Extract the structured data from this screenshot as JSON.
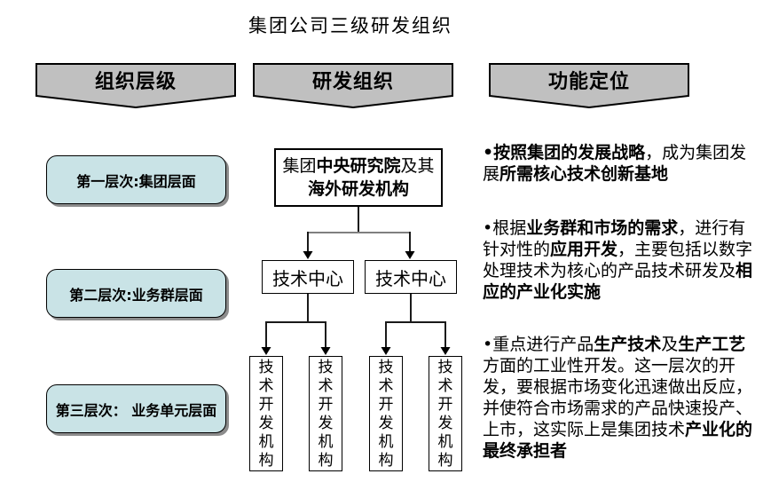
{
  "title": "集团公司三级研发组织",
  "colors": {
    "banner_fill": "#c0c0c0",
    "level_box_fill": "#c9e3e6",
    "shadow_color": "#8c8c8c",
    "border_color": "#000000",
    "text_color": "#000000",
    "background": "#ffffff"
  },
  "banners": [
    {
      "label": "组织层级"
    },
    {
      "label": "研发组织"
    },
    {
      "label": "功能定位"
    }
  ],
  "levels": [
    {
      "label": "第一层次:集团层面"
    },
    {
      "label": "第二层次:业务群层面"
    },
    {
      "label": "第三层次： 业务单元层面"
    }
  ],
  "org_chart": {
    "root": {
      "segments": [
        {
          "text": "集团",
          "bold": false
        },
        {
          "text": "中央研究院",
          "bold": true
        },
        {
          "text": "及其",
          "bold": false
        },
        {
          "text": "海外研发机构",
          "bold": true,
          "break": true
        }
      ]
    },
    "tech_centers": [
      {
        "label": "技术中心"
      },
      {
        "label": "技术中心"
      }
    ],
    "dev_orgs": [
      {
        "label": "技术开发机构"
      },
      {
        "label": "技术开发机构"
      },
      {
        "label": "技术开发机构"
      },
      {
        "label": "技术开发机构"
      }
    ]
  },
  "function_notes": [
    {
      "segments": [
        {
          "text": "•按照集团的发展战略",
          "bold": true
        },
        {
          "text": "，成为集团发展",
          "bold": false
        },
        {
          "text": "所需核心技术创新基地",
          "bold": true
        }
      ]
    },
    {
      "segments": [
        {
          "text": "•根据",
          "bold": false
        },
        {
          "text": "业务群和市场的需求",
          "bold": true
        },
        {
          "text": "，进行有针对性的",
          "bold": false
        },
        {
          "text": "应用开发",
          "bold": true
        },
        {
          "text": "，主要包括以数字处理技术为核心的产品技术研发及",
          "bold": false
        },
        {
          "text": "相应的产业化实施",
          "bold": true
        }
      ]
    },
    {
      "segments": [
        {
          "text": "•重点进行产品",
          "bold": false
        },
        {
          "text": "生产技术",
          "bold": true
        },
        {
          "text": "及",
          "bold": false
        },
        {
          "text": "生产工艺",
          "bold": true
        },
        {
          "text": "方面的工业性开发。这一层次的开发，要根据市场变化迅速做出反应，并使符合市场需求的产品快速投产、上市，这实际上是集团技术",
          "bold": false
        },
        {
          "text": "产业化的最终承担者",
          "bold": true
        }
      ]
    }
  ]
}
